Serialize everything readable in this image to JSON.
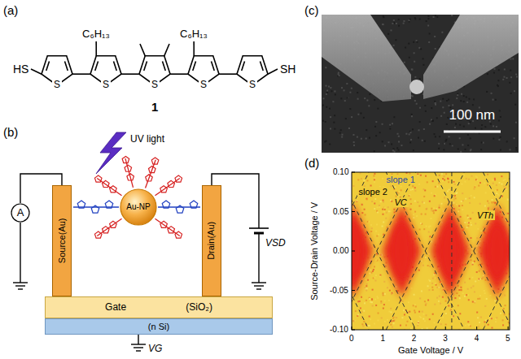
{
  "diagram": {
    "nodes": [
      {
        "text": [
          "A"
        ]
      },
      {
        "text": [
          "Source(Au)"
        ]
      },
      {
        "text": [
          "Au-NP"
        ]
      },
      {
        "text": [
          "Drain(Au)"
        ]
      },
      {
        "text": [
          "Gate",
          "(SiO₂)"
        ]
      },
      {
        "text": [
          "(n Si)"
        ]
      }
    ],
    "edges": [
      {
        "from": 0,
        "to": 1,
        "arrow": "none"
      }
    ],
    "labels": [
      "(a)",
      "C₆H₁₃",
      "C₆H₁₃",
      "HS",
      "SH",
      "S",
      "S",
      "S",
      "S",
      "S",
      "1",
      "(b)",
      "UV light",
      "VSD",
      "VG",
      "(c)",
      "100 nm",
      "(d)",
      "slope 1",
      "slope 2",
      "VC",
      "VTh",
      "Source-Drain Voltage / V",
      "Gate Voltage / V",
      "0.10",
      "0.05",
      "0.00",
      "-0.05",
      "-0.10",
      "0",
      "1",
      "2",
      "3",
      "4",
      "5"
    ]
  }
}
